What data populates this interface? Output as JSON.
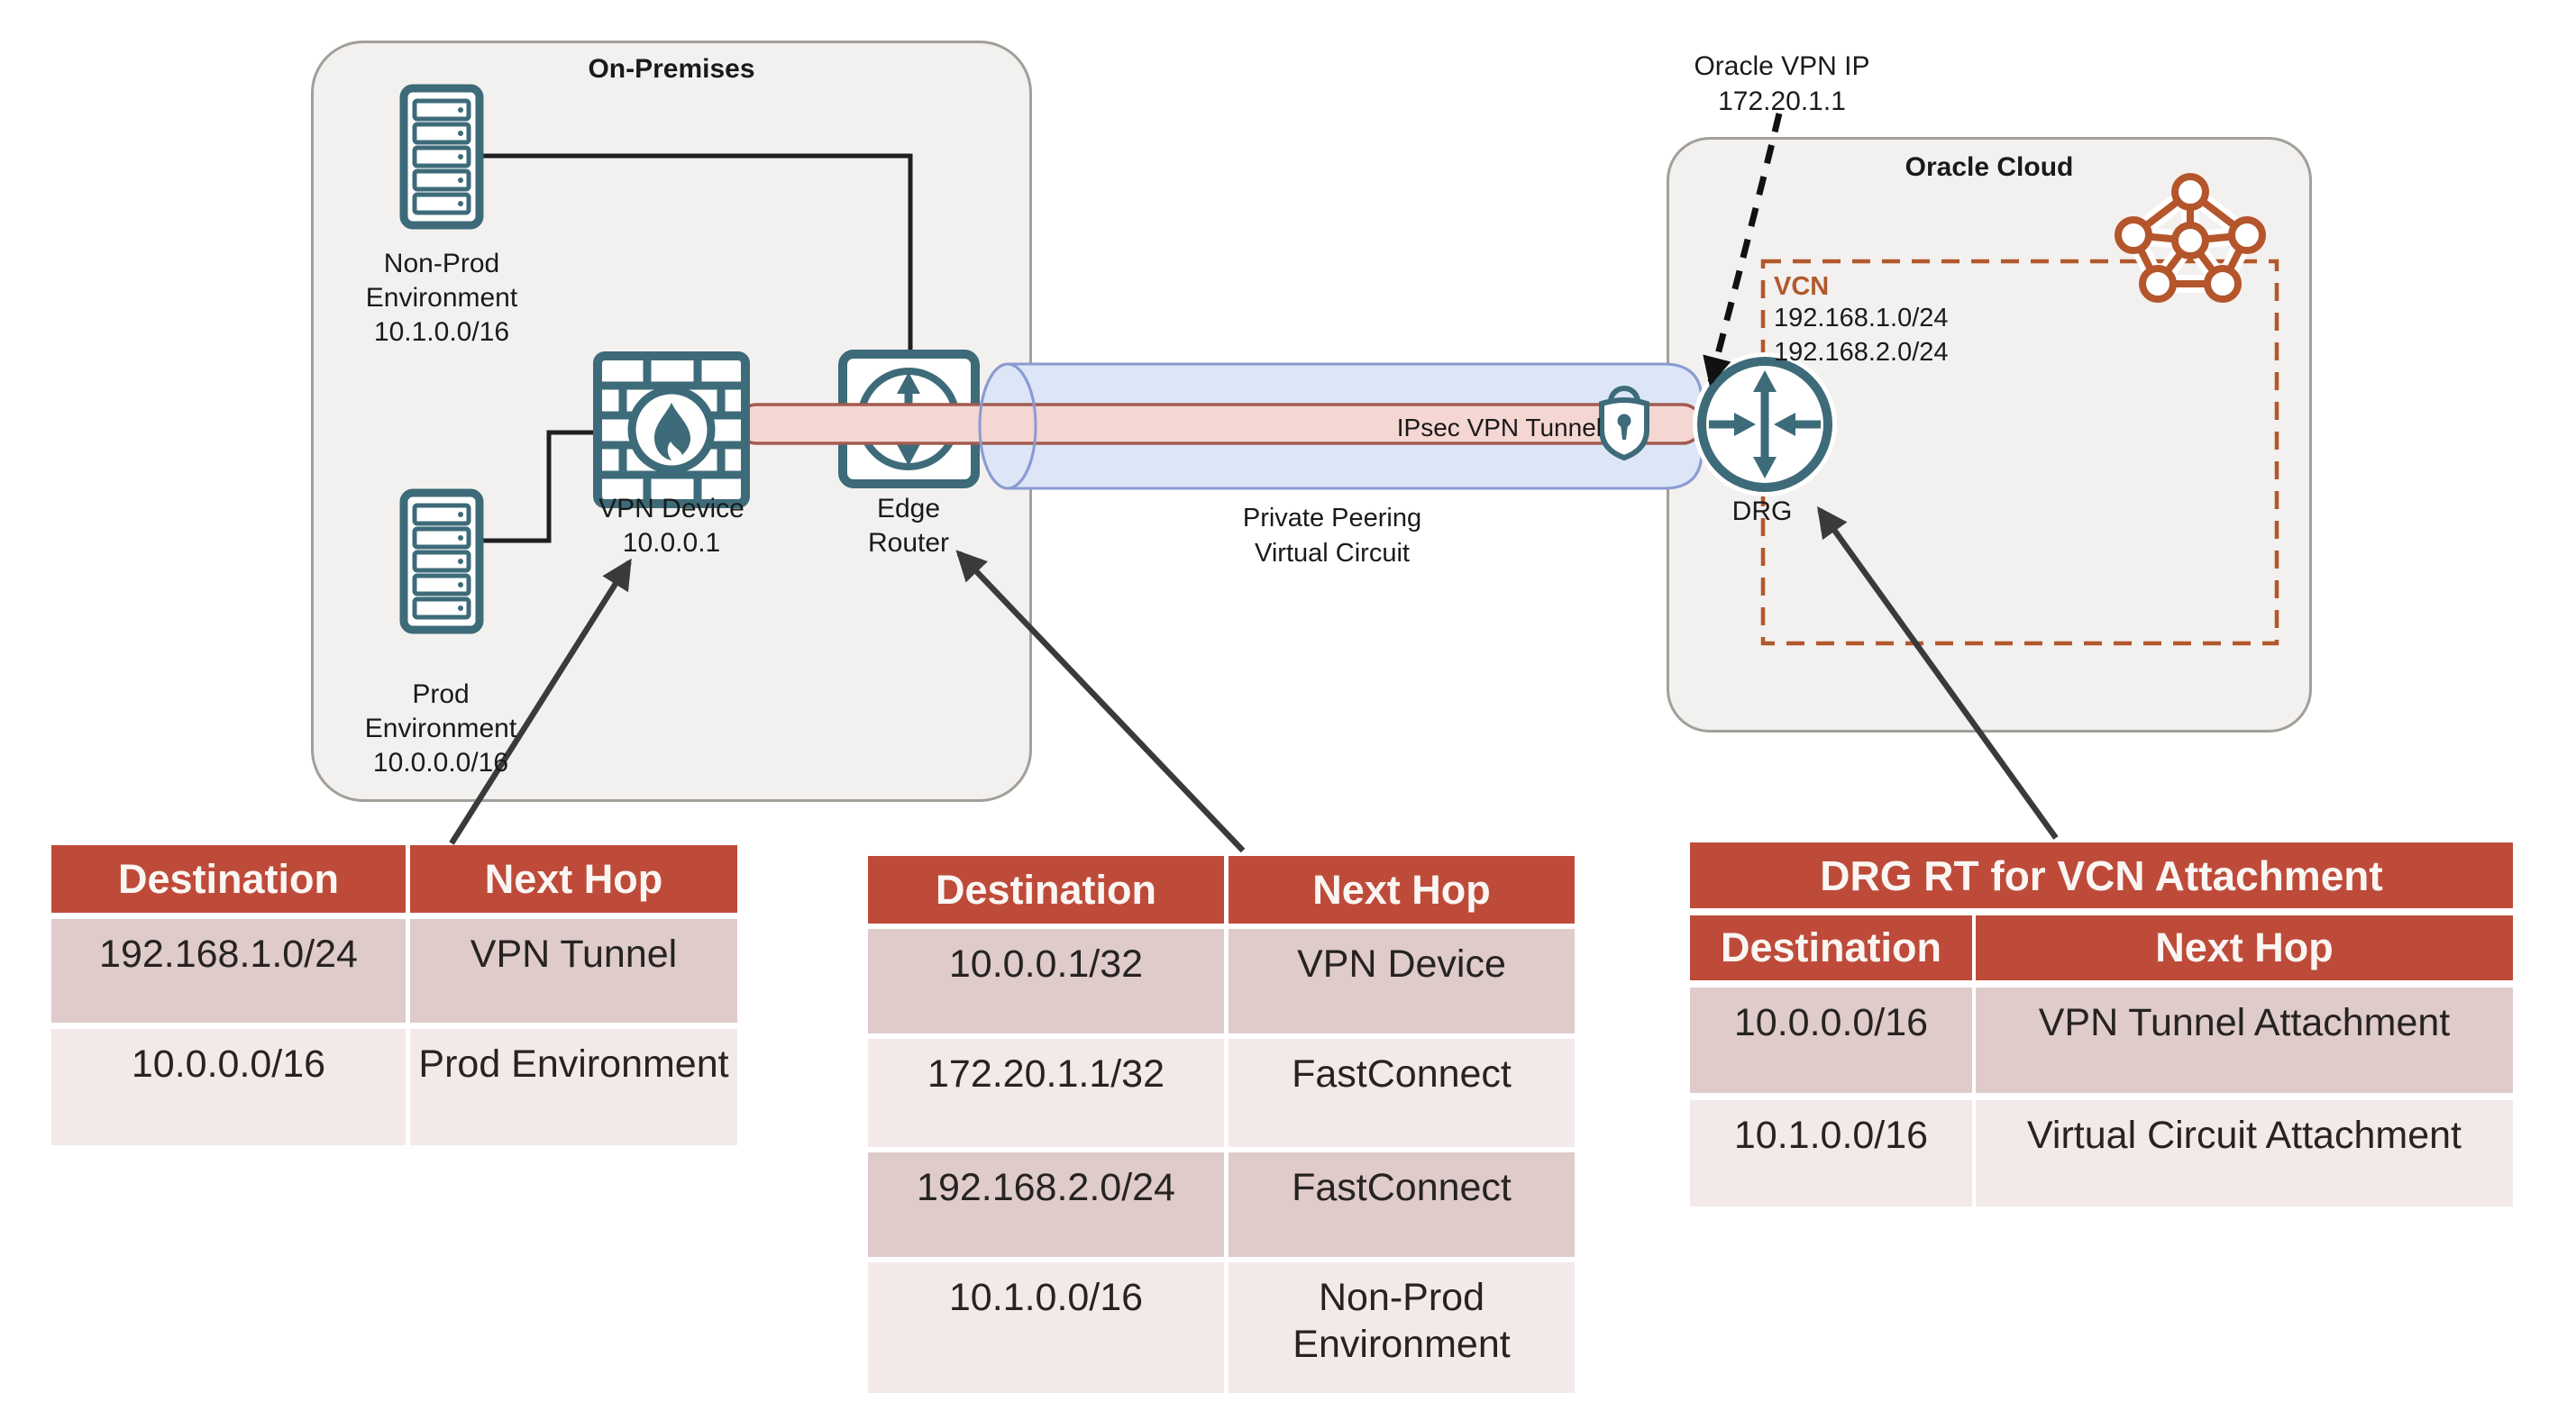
{
  "colors": {
    "icon_teal": "#3D6B79",
    "vcn_orange": "#B2582C",
    "table_header_red": "#BE4B3A",
    "table_row_dark": "#DECBCA",
    "table_row_light": "#F3E9E8",
    "zone_fill": "#F2F1EF",
    "zone_border": "#A29F99",
    "vpn_tube_fill": "#F4D6D2",
    "vpn_tube_stroke": "#A45B51",
    "circuit_tube_fill": "#DCE6F7",
    "circuit_tube_stroke": "#8A9BD2",
    "arrow_black": "#3A3A3A"
  },
  "icons": {
    "server_icon": "rack-server",
    "firewall_icon": "firewall-with-flame",
    "router_icon": "router-up-down-arrows",
    "drg_icon": "dynamic-routing-gateway",
    "lock_shield_icon": "shield-with-keyhole-lock",
    "vcn_mesh_icon": "pentagon-network-mesh"
  },
  "onprem": {
    "title": "On-Premises",
    "nonprod_label": "Non-Prod\nEnvironment\n10.1.0.0/16",
    "prod_label": "Prod\nEnvironment\n10.0.0.0/16",
    "vpn_device_label": "VPN Device\n10.0.0.1",
    "edge_router_label": "Edge\nRouter"
  },
  "tunnel": {
    "ipsec_label": "IPsec VPN Tunnel",
    "private_peering_label": "Private Peering\nVirtual Circuit"
  },
  "cloud": {
    "title": "Oracle Cloud",
    "oracle_vpn_ip_label": "Oracle VPN IP\n172.20.1.1",
    "vcn_label": "VCN",
    "vcn_cidr1": "192.168.1.0/24",
    "vcn_cidr2": "192.168.2.0/24",
    "drg_label": "DRG"
  },
  "tables": {
    "vpn_device_rt": {
      "col_headers": [
        "Destination",
        "Next Hop"
      ],
      "rows": [
        [
          "192.168.1.0/24",
          "VPN Tunnel"
        ],
        [
          "10.0.0.0/16",
          "Prod Environment"
        ]
      ]
    },
    "edge_router_rt": {
      "col_headers": [
        "Destination",
        "Next Hop"
      ],
      "rows": [
        [
          "10.0.0.1/32",
          "VPN Device"
        ],
        [
          "172.20.1.1/32",
          "FastConnect"
        ],
        [
          "192.168.2.0/24",
          "FastConnect"
        ],
        [
          "10.1.0.0/16",
          "Non-Prod Environment"
        ]
      ]
    },
    "drg_rt": {
      "title": "DRG RT for VCN Attachment",
      "col_headers": [
        "Destination",
        "Next Hop"
      ],
      "rows": [
        [
          "10.0.0.0/16",
          "VPN Tunnel Attachment"
        ],
        [
          "10.1.0.0/16",
          "Virtual Circuit Attachment"
        ]
      ]
    }
  }
}
